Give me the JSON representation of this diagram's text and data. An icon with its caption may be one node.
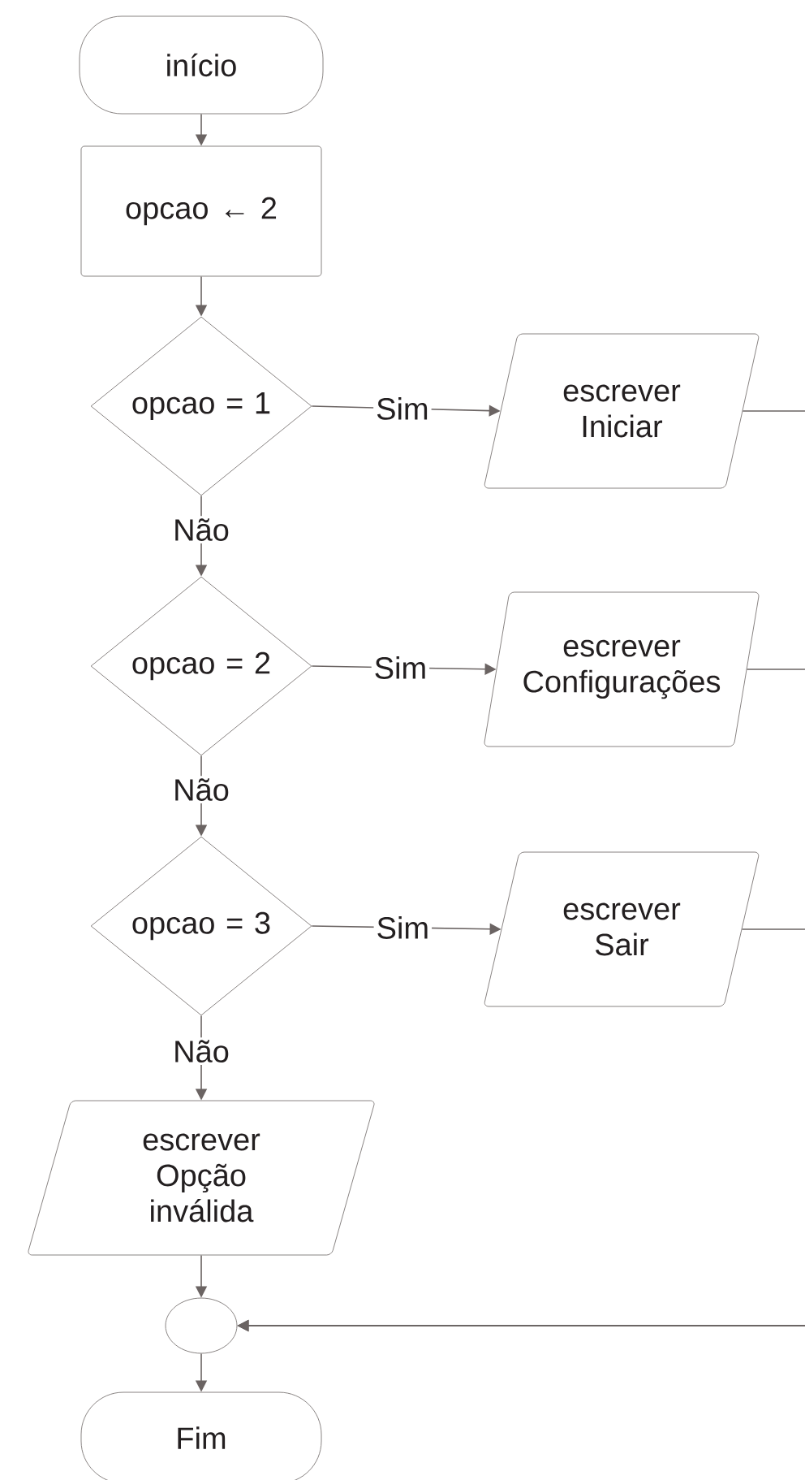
{
  "diagram": {
    "nodes": [
      {
        "text": [
          "início"
        ]
      },
      {
        "text": [
          "opcao ← 2"
        ]
      },
      {
        "text": [
          "opcao = 1"
        ]
      },
      {
        "text": [
          "escrever Iniciar"
        ]
      },
      {
        "text": [
          "opcao = 2"
        ]
      },
      {
        "text": [
          "escrever Configurações"
        ]
      },
      {
        "text": [
          "opcao = 3"
        ]
      },
      {
        "text": [
          "escrever Sair"
        ]
      },
      {
        "text": [
          "escrever Opção inválida"
        ]
      },
      {
        "text": [],
        "shape": "circle"
      },
      {
        "text": [
          "Fim"
        ]
      }
    ],
    "edges": [
      {
        "from": 0,
        "to": 1,
        "arrow": "to"
      },
      {
        "from": 1,
        "to": 2,
        "arrow": "to"
      },
      {
        "from": 2,
        "to": 3,
        "arrow": "to",
        "label": "Sim"
      },
      {
        "from": 2,
        "to": 4,
        "arrow": "to",
        "label": "Não"
      },
      {
        "from": 4,
        "to": 5,
        "arrow": "to",
        "label": "Sim"
      },
      {
        "from": 4,
        "to": 6,
        "arrow": "to",
        "label": "Não"
      },
      {
        "from": 6,
        "to": 7,
        "arrow": "to",
        "label": "Sim"
      },
      {
        "from": 6,
        "to": 8,
        "arrow": "to",
        "label": "Não"
      },
      {
        "from": 3,
        "to": 9,
        "arrow": "to"
      },
      {
        "from": 5,
        "to": 9,
        "arrow": "to"
      },
      {
        "from": 7,
        "to": 9,
        "arrow": "to"
      },
      {
        "from": 8,
        "to": 9,
        "arrow": "to"
      },
      {
        "from": 9,
        "to": 10,
        "arrow": "to"
      }
    ]
  }
}
